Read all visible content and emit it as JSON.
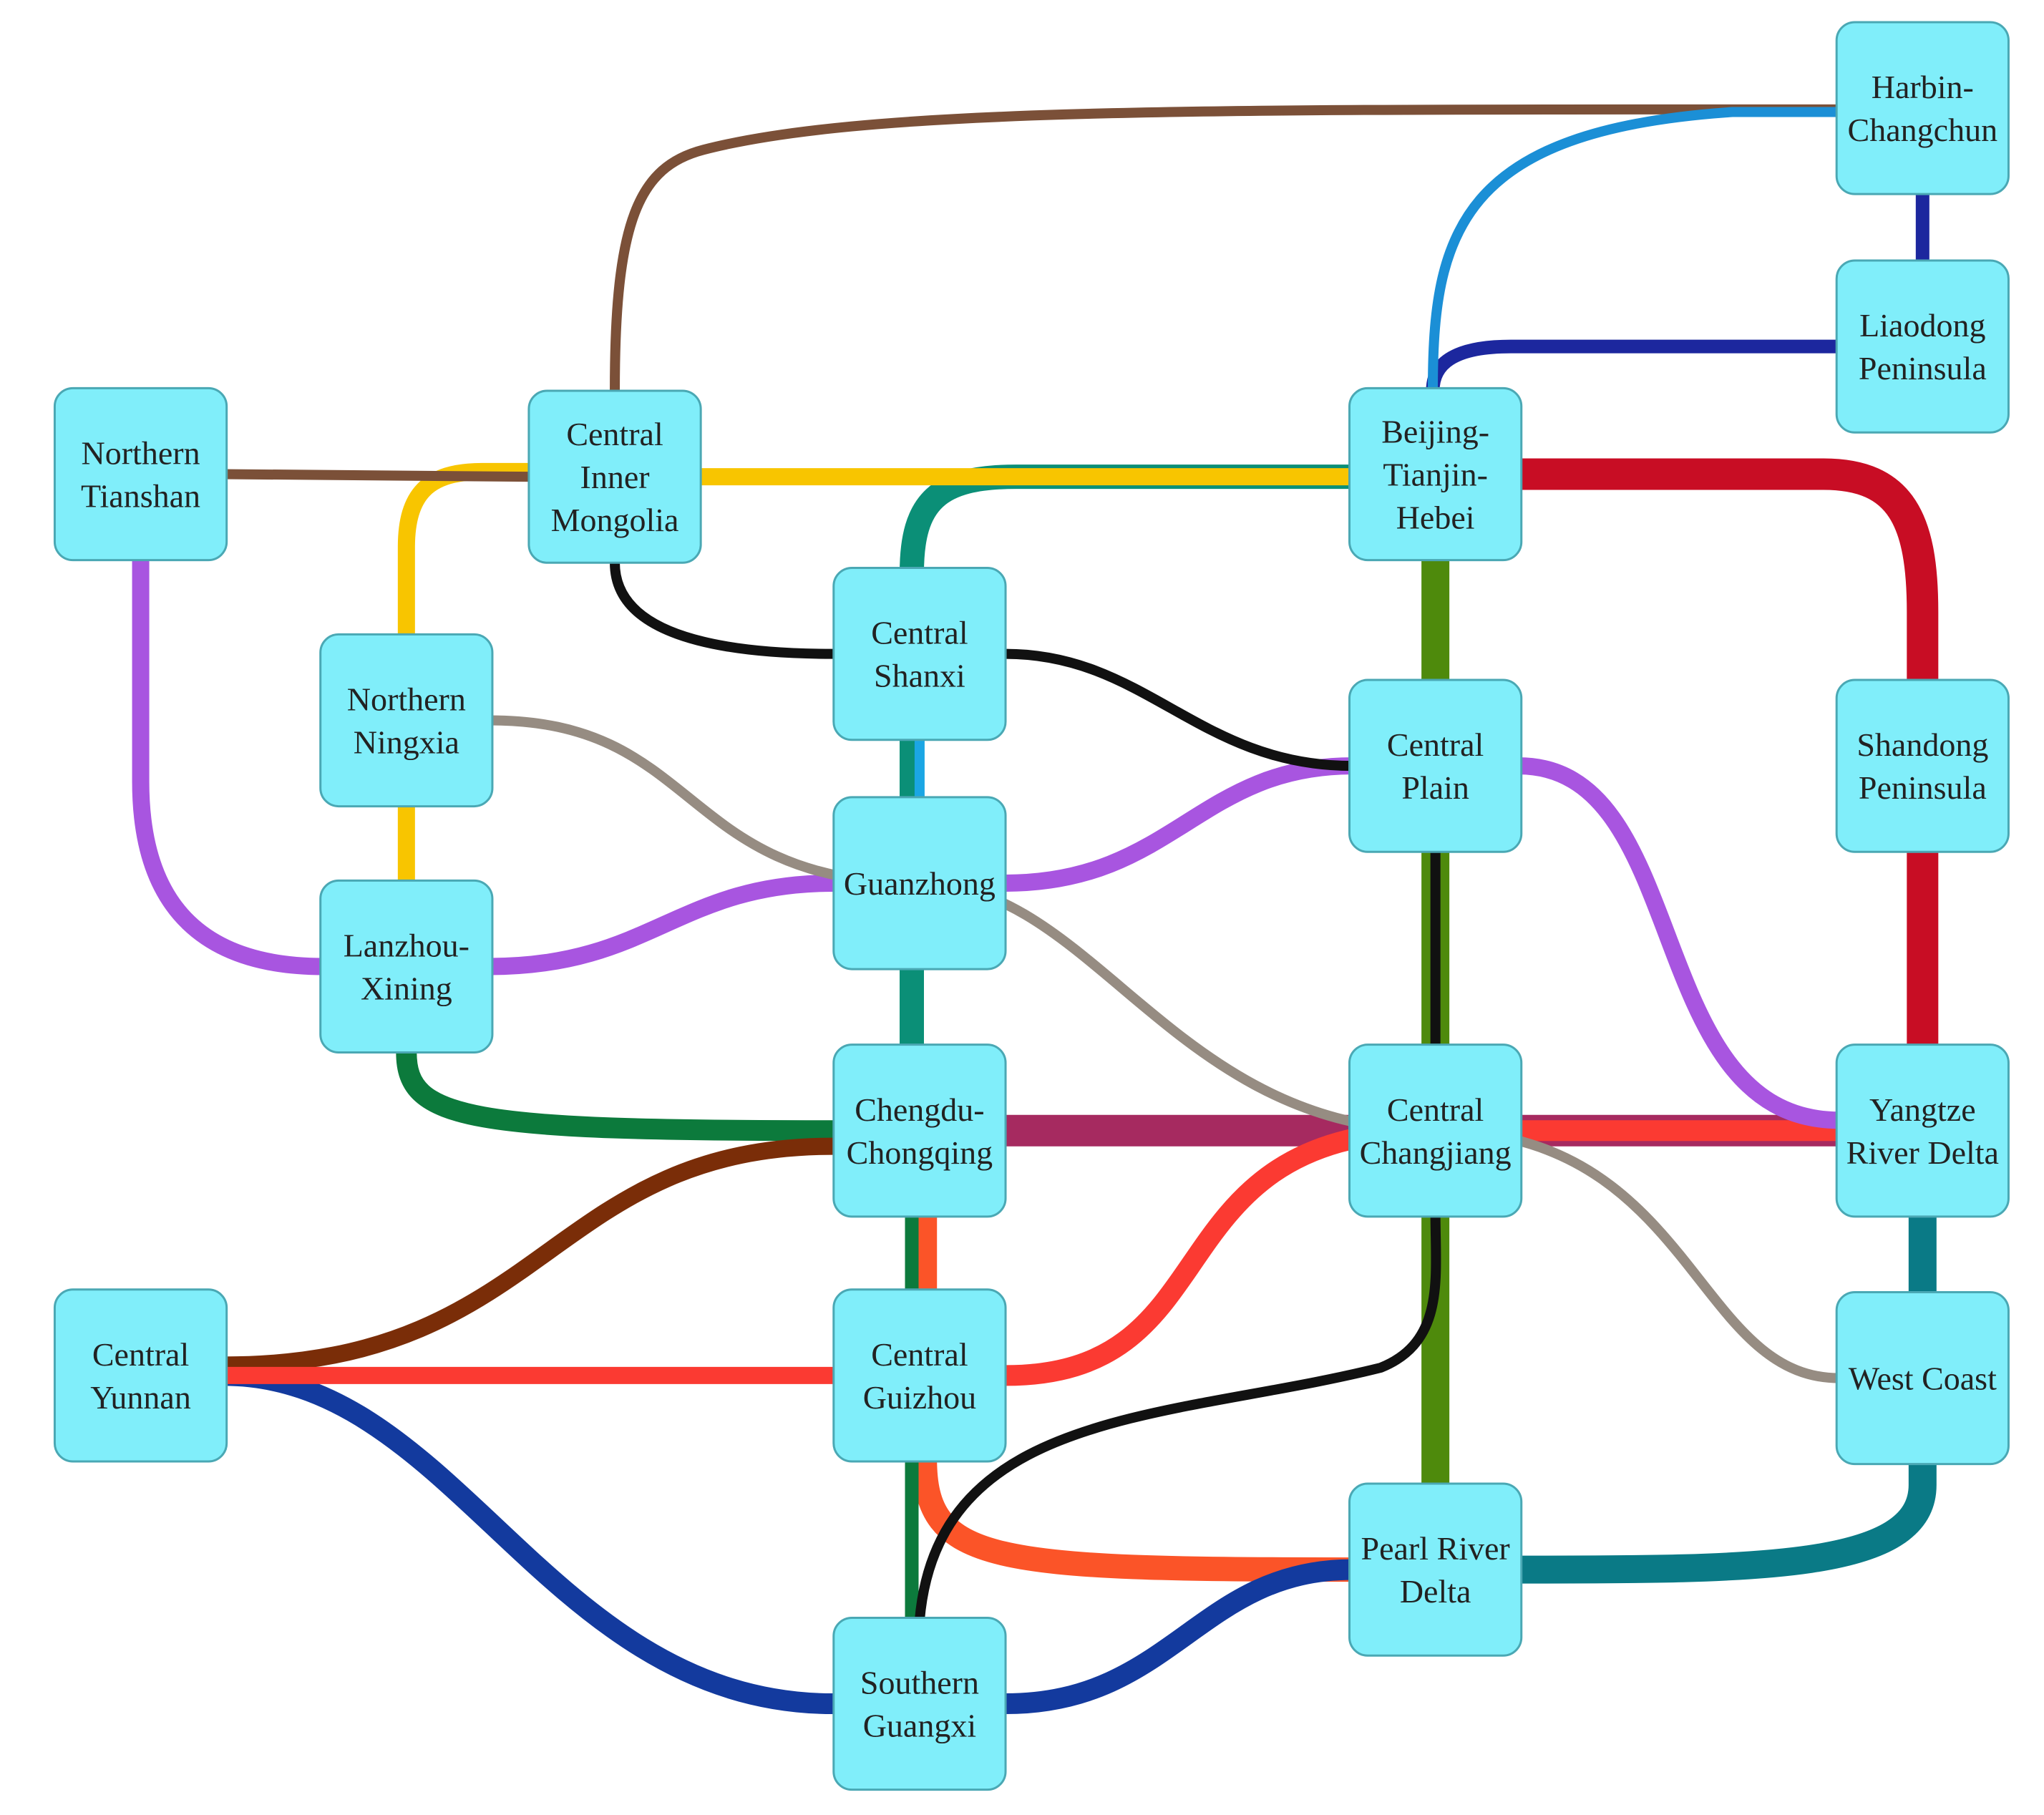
{
  "nodes": [
    {
      "id": "harbin",
      "label": [
        "Harbin-",
        "Changchun"
      ]
    },
    {
      "id": "liaodong",
      "label": [
        "Liaodong",
        "Peninsula"
      ]
    },
    {
      "id": "northern_tianshan",
      "label": [
        "Northern",
        "Tianshan"
      ]
    },
    {
      "id": "central_inner_mongolia",
      "label": [
        "Central",
        "Inner",
        "Mongolia"
      ]
    },
    {
      "id": "beijing",
      "label": [
        "Beijing-",
        "Tianjin-",
        "Hebei"
      ]
    },
    {
      "id": "central_shanxi",
      "label": [
        "Central",
        "Shanxi"
      ]
    },
    {
      "id": "northern_ningxia",
      "label": [
        "Northern",
        "Ningxia"
      ]
    },
    {
      "id": "central_plain",
      "label": [
        "Central",
        "Plain"
      ]
    },
    {
      "id": "shandong",
      "label": [
        "Shandong",
        "Peninsula"
      ]
    },
    {
      "id": "guanzhong",
      "label": [
        "Guanzhong"
      ]
    },
    {
      "id": "lanzhou",
      "label": [
        "Lanzhou-",
        "Xining"
      ]
    },
    {
      "id": "chengdu",
      "label": [
        "Chengdu-",
        "Chongqing"
      ]
    },
    {
      "id": "central_changjiang",
      "label": [
        "Central",
        "Changjiang"
      ]
    },
    {
      "id": "yangtze",
      "label": [
        "Yangtze",
        "River Delta"
      ]
    },
    {
      "id": "central_yunnan",
      "label": [
        "Central",
        "Yunnan"
      ]
    },
    {
      "id": "central_guizhou",
      "label": [
        "Central",
        "Guizhou"
      ]
    },
    {
      "id": "west_coast",
      "label": [
        "West Coast"
      ]
    },
    {
      "id": "pearl_river",
      "label": [
        "Pearl River",
        "Delta"
      ]
    },
    {
      "id": "southern_guangxi",
      "label": [
        "Southern",
        "Guangxi"
      ]
    }
  ],
  "links": [
    {
      "source": "harbin",
      "target": "central_inner_mongolia",
      "color": "#7b5038",
      "weight": 2
    },
    {
      "source": "harbin",
      "target": "beijing",
      "color": "#1b8fd6",
      "weight": 2
    },
    {
      "source": "harbin",
      "target": "liaodong",
      "color": "#1c279e",
      "weight": 3
    },
    {
      "source": "liaodong",
      "target": "beijing",
      "color": "#1c279e",
      "weight": 3
    },
    {
      "source": "northern_tianshan",
      "target": "central_inner_mongolia",
      "color": "#7b5038",
      "weight": 2
    },
    {
      "source": "northern_tianshan",
      "target": "lanzhou",
      "color": "#a855e0",
      "weight": 4
    },
    {
      "source": "central_inner_mongolia",
      "target": "beijing",
      "color": "#f8c500",
      "weight": 4
    },
    {
      "source": "central_inner_mongolia",
      "target": "lanzhou",
      "color": "#f8c500",
      "weight": 4
    },
    {
      "source": "central_inner_mongolia",
      "target": "central_plain",
      "color": "#111111",
      "weight": 2
    },
    {
      "source": "beijing",
      "target": "chengdu",
      "color": "#0b8f77",
      "weight": 6
    },
    {
      "source": "beijing",
      "target": "yangtze",
      "color": "#c80d24",
      "weight": 8
    },
    {
      "source": "beijing",
      "target": "pearl_river",
      "color": "#4e8a0c",
      "weight": 7
    },
    {
      "source": "central_shanxi",
      "target": "guanzhong",
      "color": "#1ba6e4",
      "weight": 2
    },
    {
      "source": "northern_ningxia",
      "target": "west_coast",
      "color": "#968c82",
      "weight": 2
    },
    {
      "source": "guanzhong",
      "target": "central_plain",
      "color": "#a855e0",
      "weight": 4
    },
    {
      "source": "guanzhong",
      "target": "lanzhou",
      "color": "#a855e0",
      "weight": 4
    },
    {
      "source": "central_plain",
      "target": "yangtze",
      "color": "#a855e0",
      "weight": 4
    },
    {
      "source": "central_plain",
      "target": "central_changjiang",
      "color": "#111111",
      "weight": 2
    },
    {
      "source": "lanzhou",
      "target": "chengdu",
      "color": "#0c7a3c",
      "weight": 5
    },
    {
      "source": "chengdu",
      "target": "yangtze",
      "color": "#a62a60",
      "weight": 8
    },
    {
      "source": "chengdu",
      "target": "central_yunnan",
      "color": "#7a2d08",
      "weight": 4
    },
    {
      "source": "chengdu",
      "target": "pearl_river",
      "color": "#fb5428",
      "weight": 6
    },
    {
      "source": "chengdu",
      "target": "southern_guangxi",
      "color": "#0c7a3c",
      "weight": 3
    },
    {
      "source": "central_yunnan",
      "target": "central_guizhou",
      "color": "#fb3a32",
      "weight": 4
    },
    {
      "source": "central_yunnan",
      "target": "southern_guangxi",
      "color": "#133a9e",
      "weight": 5
    },
    {
      "source": "central_guizhou",
      "target": "yangtze",
      "color": "#fb3a32",
      "weight": 5
    },
    {
      "source": "southern_guangxi",
      "target": "pearl_river",
      "color": "#133a9e",
      "weight": 5
    },
    {
      "source": "southern_guangxi",
      "target": "central_changjiang",
      "color": "#111111",
      "weight": 2
    },
    {
      "source": "yangtze",
      "target": "pearl_river",
      "color": "#0a7a86",
      "weight": 7
    }
  ]
}
